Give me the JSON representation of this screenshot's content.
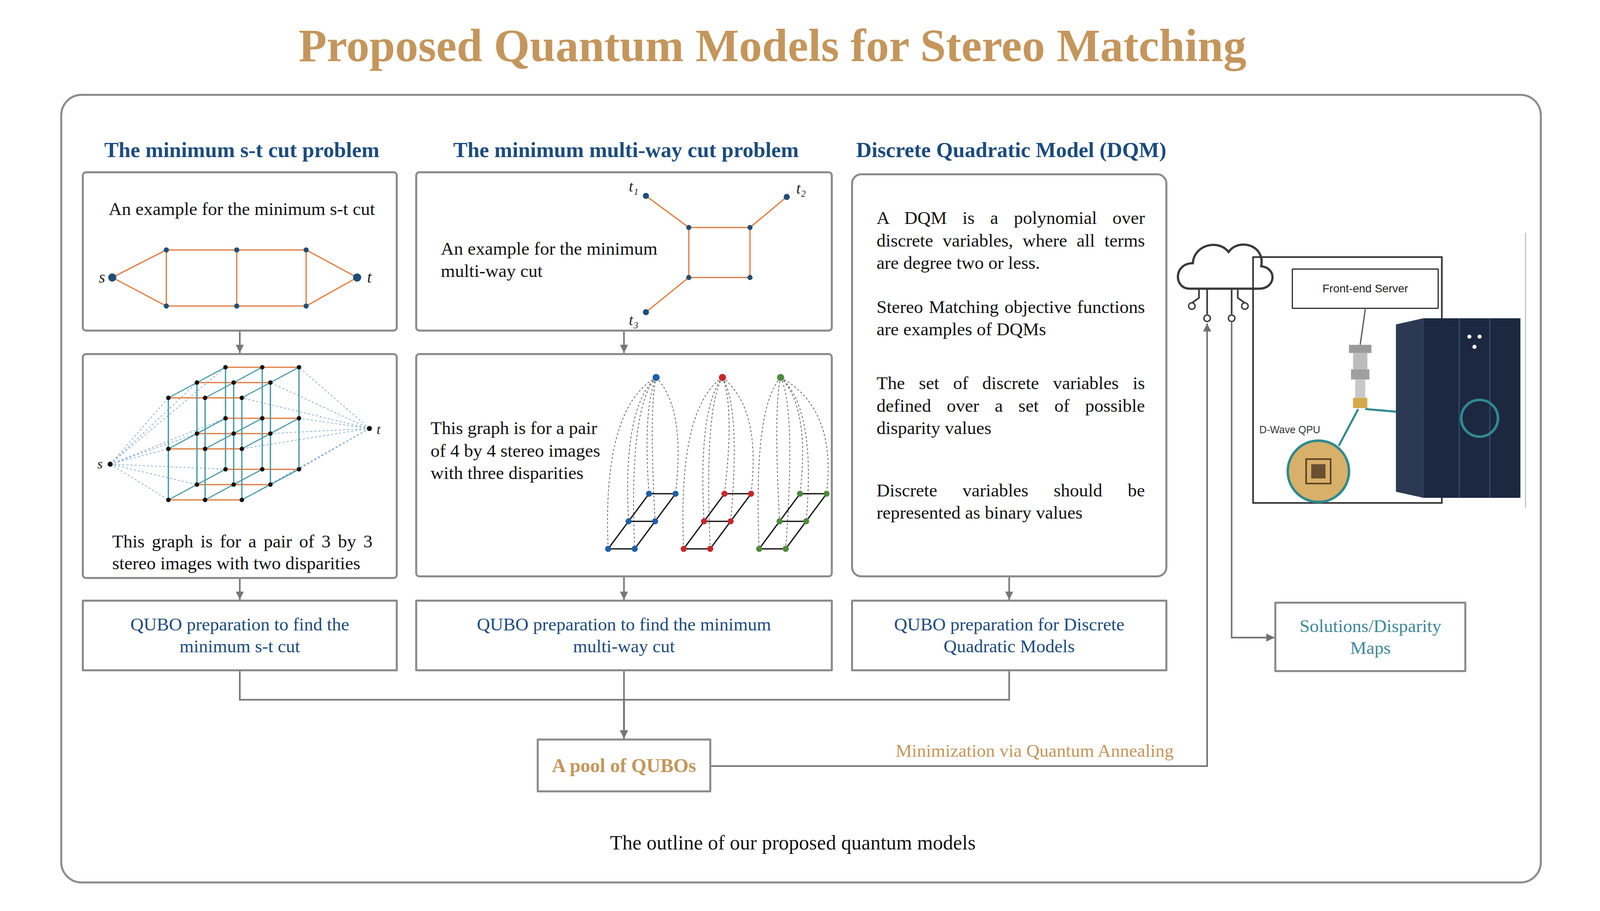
{
  "diagram": {
    "title": "Proposed Quantum Models for Stereo Matching",
    "caption": "The outline of our proposed quantum models",
    "nodes": [
      {
        "text": [
          "The minimum s-t cut problem",
          "An example for the minimum s-t cut"
        ]
      },
      {
        "text": [
          "This graph is for a pair of 3 by 3 stereo images with two disparities"
        ]
      },
      {
        "text": [
          "QUBO preparation to find the minimum s-t cut"
        ]
      },
      {
        "text": [
          "The minimum multi-way cut problem",
          "An example for the minimum multi-way cut"
        ]
      },
      {
        "text": [
          "This graph is for a pair of 4 by 4 stereo images with three disparities"
        ]
      },
      {
        "text": [
          "QUBO preparation to find the minimum multi-way cut"
        ]
      },
      {
        "text": [
          "Discrete Quadratic Model (DQM)",
          "A DQM is a polynomial over discrete variables, where all terms are degree two or less.",
          "Stereo Matching objective functions are examples of DQMs",
          "The set of discrete variables is defined over a set of possible disparity values",
          "Discrete variables should be represented as binary values"
        ]
      },
      {
        "text": [
          "QUBO preparation for Discrete Quadratic Models"
        ]
      },
      {
        "text": [
          "A pool of QUBOs"
        ]
      },
      {
        "text": [
          "Front-end Server"
        ]
      },
      {
        "text": [
          "Solutions/Disparity Maps"
        ]
      }
    ],
    "edges": [
      {
        "from": 0,
        "to": 1,
        "arrow": "to"
      },
      {
        "from": 1,
        "to": 2,
        "arrow": "to"
      },
      {
        "from": 3,
        "to": 4,
        "arrow": "to"
      },
      {
        "from": 4,
        "to": 5,
        "arrow": "to"
      },
      {
        "from": 6,
        "to": 7,
        "arrow": "to"
      },
      {
        "from": 2,
        "to": 8,
        "arrow": "to"
      },
      {
        "from": 5,
        "to": 8,
        "arrow": "to"
      },
      {
        "from": 7,
        "to": 8,
        "arrow": "to"
      }
    ],
    "labels": [
      "s",
      "t",
      "s",
      "t",
      "t₁",
      "t₂",
      "t₃",
      "D-Wave QPU",
      "Minimization via Quantum Annealing"
    ]
  }
}
